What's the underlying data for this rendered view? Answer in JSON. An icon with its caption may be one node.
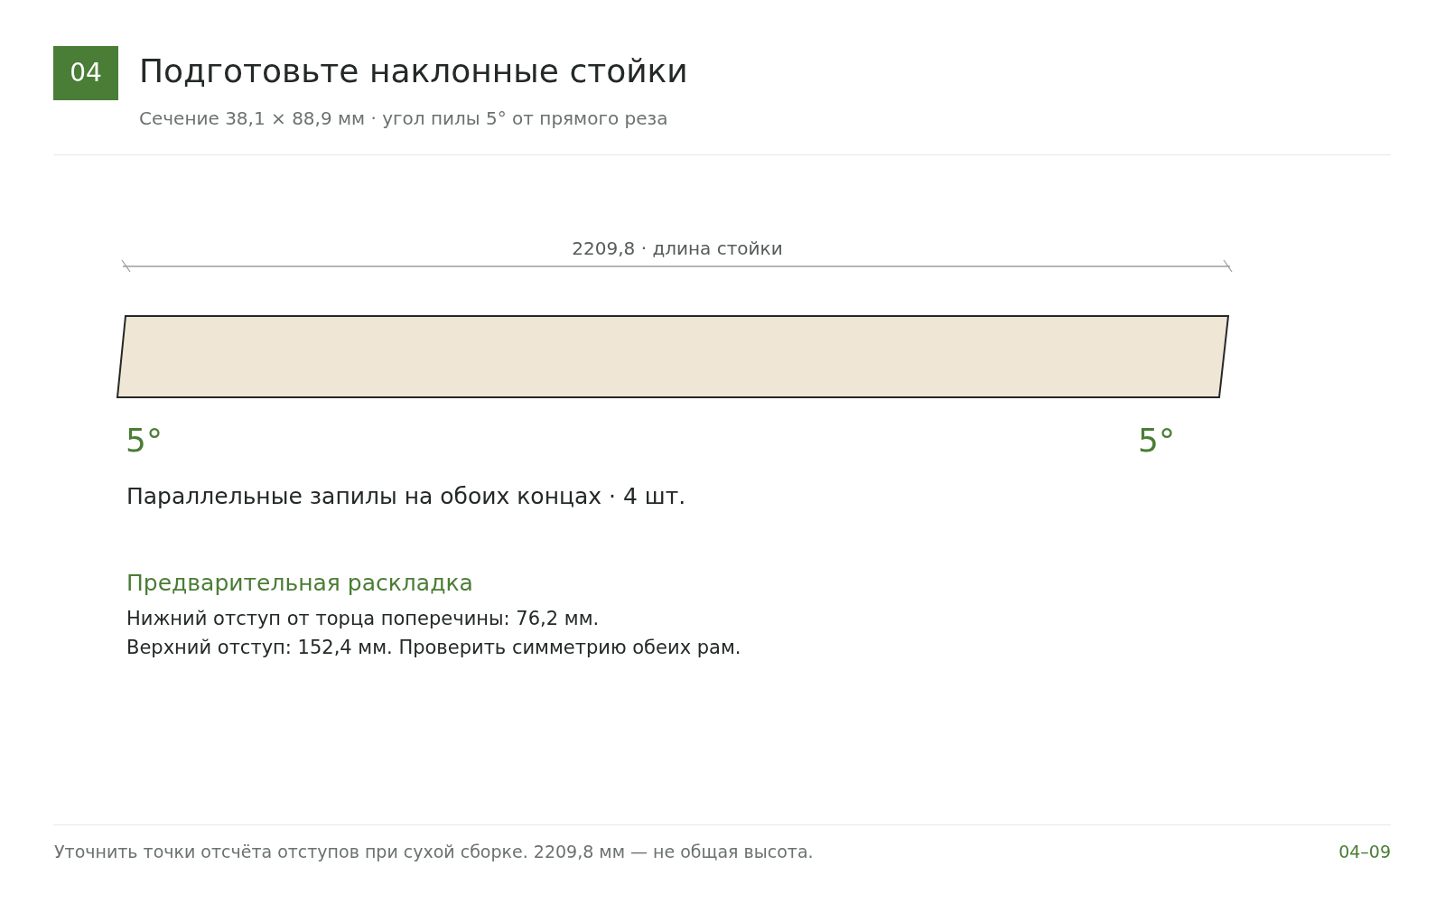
{
  "diagram": {
    "title": "Подготовьте наклонные стойки",
    "labels": [
      "04",
      "Сечение 38,1 × 88,9 мм · угол пилы 5° от прямого реза",
      "2209,8 · длина стойки",
      "5°",
      "5°",
      "Параллельные запилы на обоих концах · 4 шт.",
      "Предварительная раскладка",
      "Нижний отступ от торца поперечины: 76,2 мм.",
      "Верхний отступ: 152,4 мм. Проверить симметрию обеих рам.",
      "Уточнить точки отсчёта отступов при сухой сборке. 2209,8 мм — не общая высота.",
      "04–09"
    ]
  }
}
